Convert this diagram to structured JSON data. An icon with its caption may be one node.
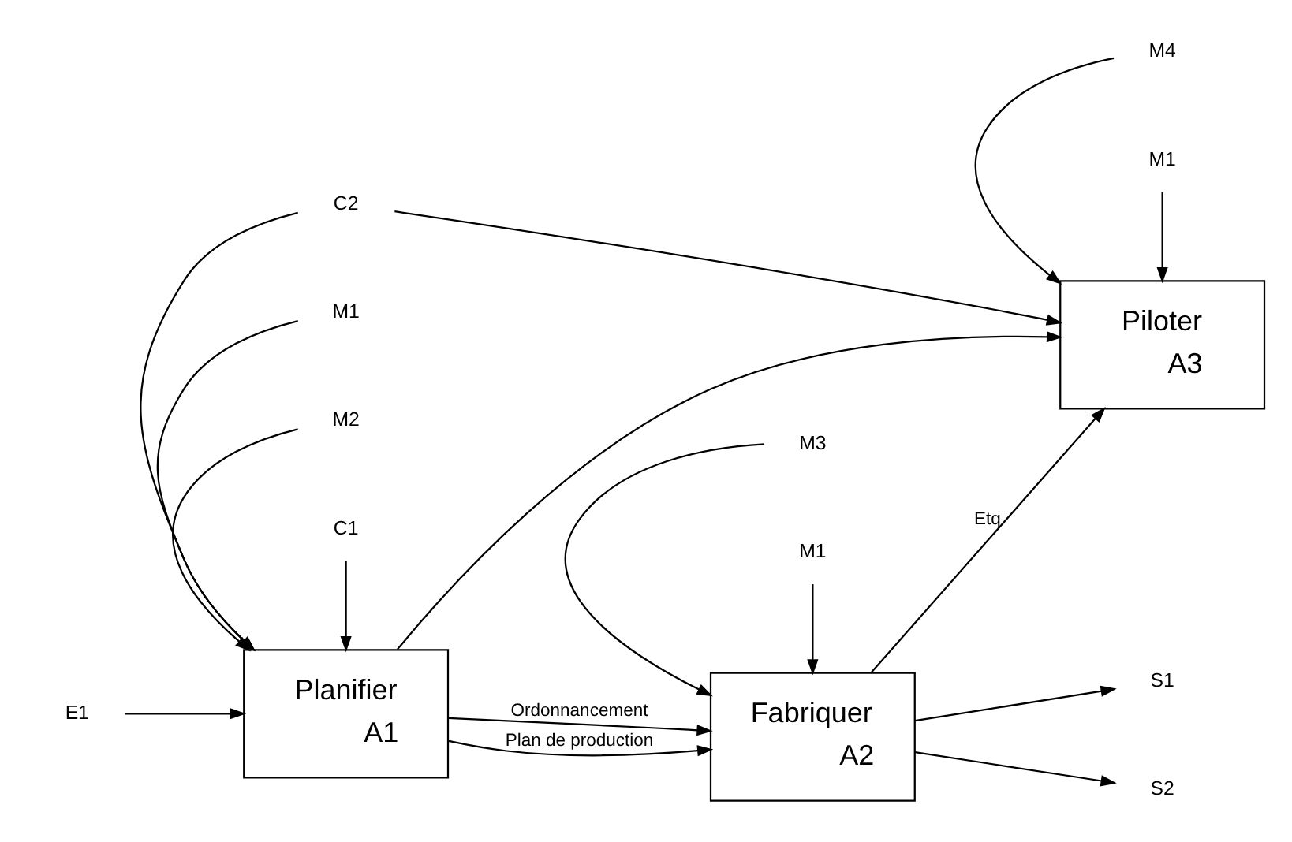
{
  "diagram": {
    "nodes": [
      {
        "text": [
          "E1"
        ]
      },
      {
        "text": [
          "C1"
        ]
      },
      {
        "text": [
          "C2"
        ]
      },
      {
        "text": [
          "Planifier",
          "A1"
        ]
      },
      {
        "text": [
          "M1"
        ]
      },
      {
        "text": [
          "M2"
        ]
      },
      {
        "text": [
          "Fabriquer",
          "A2"
        ]
      },
      {
        "text": [
          "M1"
        ]
      },
      {
        "text": [
          "M3"
        ]
      },
      {
        "text": [
          "Piloter",
          "A3"
        ]
      },
      {
        "text": [
          "M1"
        ]
      },
      {
        "text": [
          "M4"
        ]
      },
      {
        "text": [
          "S1"
        ]
      },
      {
        "text": [
          "S2"
        ]
      }
    ],
    "edges": [
      {
        "from": 0,
        "to": 3,
        "arrow": "to"
      },
      {
        "from": 1,
        "to": 3,
        "arrow": "to"
      },
      {
        "from": 2,
        "to": 3,
        "arrow": "to"
      },
      {
        "from": 2,
        "to": 9,
        "arrow": "to"
      },
      {
        "from": 4,
        "to": 3,
        "arrow": "to"
      },
      {
        "from": 5,
        "to": 3,
        "arrow": "to"
      },
      {
        "from": 3,
        "to": 6,
        "arrow": "to",
        "label": "Plan de production"
      },
      {
        "from": 3,
        "to": 6,
        "arrow": "to",
        "label": "Ordonnancement"
      },
      {
        "from": 3,
        "to": 9,
        "arrow": "to"
      },
      {
        "from": 7,
        "to": 6,
        "arrow": "to"
      },
      {
        "from": 8,
        "to": 6,
        "arrow": "to"
      },
      {
        "from": 6,
        "to": 12,
        "arrow": "to"
      },
      {
        "from": 6,
        "to": 13,
        "arrow": "to"
      },
      {
        "from": 6,
        "to": 9,
        "arrow": "to",
        "label": "Etq"
      },
      {
        "from": 10,
        "to": 9,
        "arrow": "to"
      },
      {
        "from": 11,
        "to": 9,
        "arrow": "to"
      }
    ]
  }
}
